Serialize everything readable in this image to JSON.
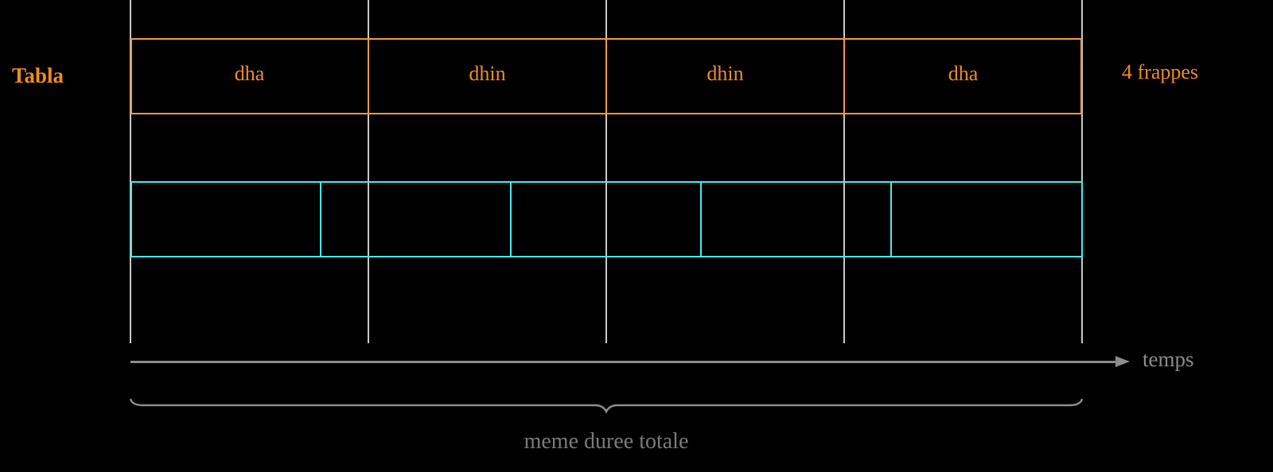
{
  "diagram": {
    "top_row": {
      "label": "Tabla",
      "count_label": "4 frappes",
      "cells": [
        "dha",
        "dhin",
        "dhin",
        "dha"
      ],
      "color": "#f28a25"
    },
    "bottom_row": {
      "label": "",
      "count_label": "",
      "segments": 5,
      "cells": [
        "",
        "",
        "",
        "",
        ""
      ],
      "color": "#3ef0f0"
    },
    "grid_lines": 5,
    "grid_color": "#c8c8c8",
    "axis": {
      "label": "temps",
      "color": "#8c8c8c"
    },
    "brace": {
      "label": "meme duree totale",
      "color": "#7a7a7a"
    }
  }
}
